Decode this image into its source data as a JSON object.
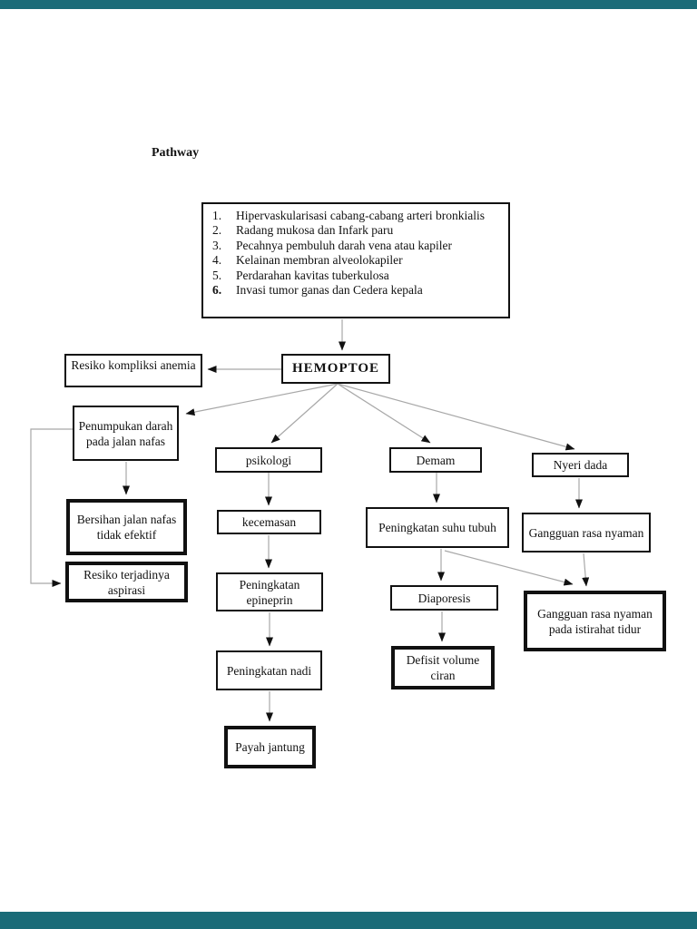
{
  "page": {
    "title": "Pathway"
  },
  "colors": {
    "edge_bar": "#1a6b78",
    "connector_line": "#a8a8a8",
    "box_border": "#111111",
    "arrowhead": "#111111"
  },
  "causes_list": {
    "items": [
      {
        "num": "1.",
        "text": "Hipervaskularisasi cabang-cabang arteri bronkialis"
      },
      {
        "num": "2.",
        "text": "Radang mukosa dan Infark paru"
      },
      {
        "num": "3.",
        "text": "Pecahnya pembuluh darah vena atau kapiler"
      },
      {
        "num": "4.",
        "text": "Kelainan membran alveolokapiler"
      },
      {
        "num": "5.",
        "text": "Perdarahan kavitas tuberkulosa"
      },
      {
        "num": "6.",
        "text": "Invasi tumor ganas dan Cedera kepala"
      }
    ]
  },
  "nodes": {
    "hemoptoe": {
      "label": "HEMOPTOE"
    },
    "resiko_kompliksi_anemia": {
      "label": "Resiko kompliksi anemia"
    },
    "penumpukan_darah": {
      "label": "Penumpukan darah pada jalan nafas"
    },
    "bersihan_jalan_nafas": {
      "label": "Bersihan jalan nafas tidak efektif"
    },
    "resiko_aspirasi": {
      "label": "Resiko terjadinya aspirasi"
    },
    "psikologi": {
      "label": "psikologi"
    },
    "kecemasan": {
      "label": "kecemasan"
    },
    "peningkatan_epineprin": {
      "label": "Peningkatan epineprin"
    },
    "peningkatan_nadi": {
      "label": "Peningkatan nadi"
    },
    "payah_jantung": {
      "label": "Payah jantung"
    },
    "demam": {
      "label": "Demam"
    },
    "peningkatan_suhu_tubuh": {
      "label": "Peningkatan suhu tubuh"
    },
    "diaporesis": {
      "label": "Diaporesis"
    },
    "defisit_volume_ciran": {
      "label": "Defisit volume ciran"
    },
    "nyeri_dada": {
      "label": "Nyeri dada"
    },
    "gangguan_rasa_nyaman": {
      "label": "Gangguan rasa nyaman"
    },
    "gangguan_tidur": {
      "label": "Gangguan rasa nyaman pada istirahat tidur"
    }
  }
}
